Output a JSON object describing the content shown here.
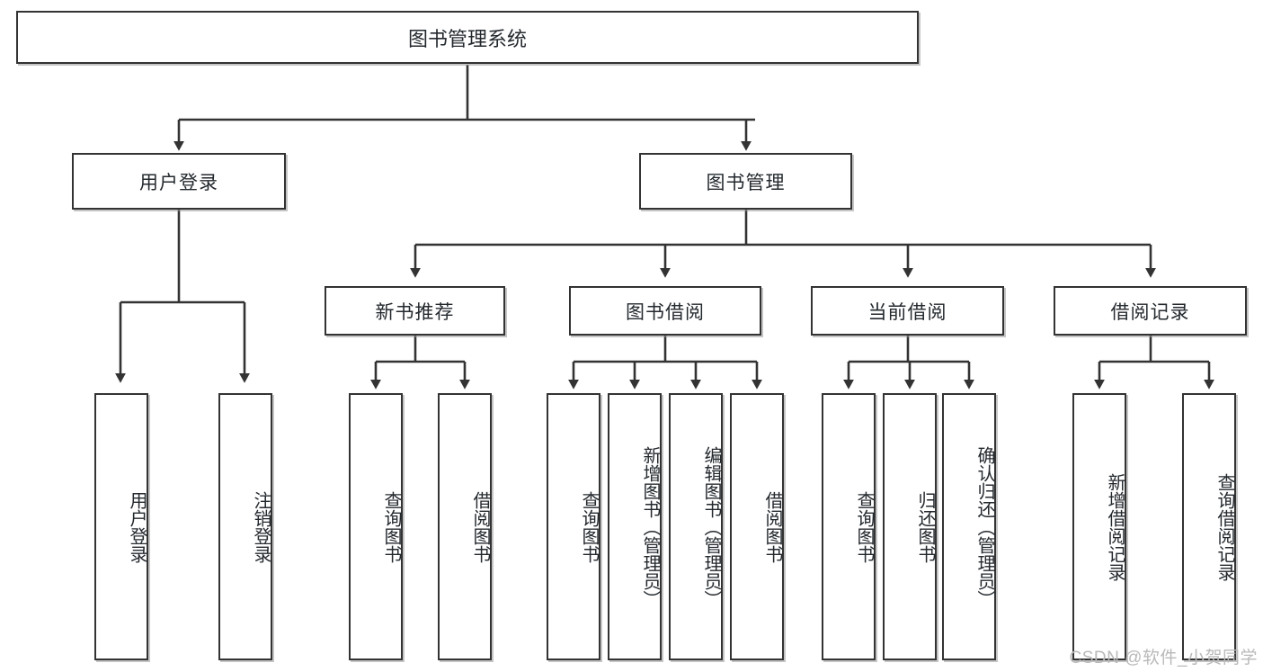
{
  "diagram": {
    "title": "图书管理系统",
    "type": "tree",
    "root": {
      "label": "图书管理系统",
      "children": [
        {
          "label": "用户登录",
          "children": [
            {
              "label": "用户登录"
            },
            {
              "label": "注销登录"
            }
          ]
        },
        {
          "label": "图书管理",
          "children": [
            {
              "label": "新书推荐",
              "children": [
                {
                  "label": "查询图书"
                },
                {
                  "label": "借阅图书"
                }
              ]
            },
            {
              "label": "图书借阅",
              "children": [
                {
                  "label": "查询图书"
                },
                {
                  "label": "新增图书（管理员）"
                },
                {
                  "label": "编辑图书（管理员）"
                },
                {
                  "label": "借阅图书"
                }
              ]
            },
            {
              "label": "当前借阅",
              "children": [
                {
                  "label": "查询图书"
                },
                {
                  "label": "归还图书"
                },
                {
                  "label": "确认归还（管理员）"
                }
              ]
            },
            {
              "label": "借阅记录",
              "children": [
                {
                  "label": "新增借阅记录"
                },
                {
                  "label": "查询借阅记录"
                }
              ]
            }
          ]
        }
      ]
    }
  },
  "nodes": {
    "root": "图书管理系统",
    "user_login": "用户登录",
    "book_manage": "图书管理",
    "new_book_rec": "新书推荐",
    "book_borrow": "图书借阅",
    "current_borrow": "当前借阅",
    "borrow_record": "借阅记录",
    "leaf_user_login": "用户登录",
    "leaf_logout": "注销登录",
    "leaf_query_book_1": "查询图书",
    "leaf_borrow_book_1": "借阅图书",
    "leaf_query_book_2": "查询图书",
    "leaf_add_book_admin": "新增图书（管理员）",
    "leaf_edit_book_admin": "编辑图书（管理员）",
    "leaf_borrow_book_2": "借阅图书",
    "leaf_query_book_3": "查询图书",
    "leaf_return_book": "归还图书",
    "leaf_confirm_return_admin": "确认归还（管理员）",
    "leaf_add_record": "新增借阅记录",
    "leaf_query_record": "查询借阅记录"
  },
  "watermark": "CSDN @软件_小贺同学",
  "colors": {
    "border": "#333333",
    "text": "#24292e",
    "background": "#ffffff",
    "watermark": "#b9b9b9"
  }
}
